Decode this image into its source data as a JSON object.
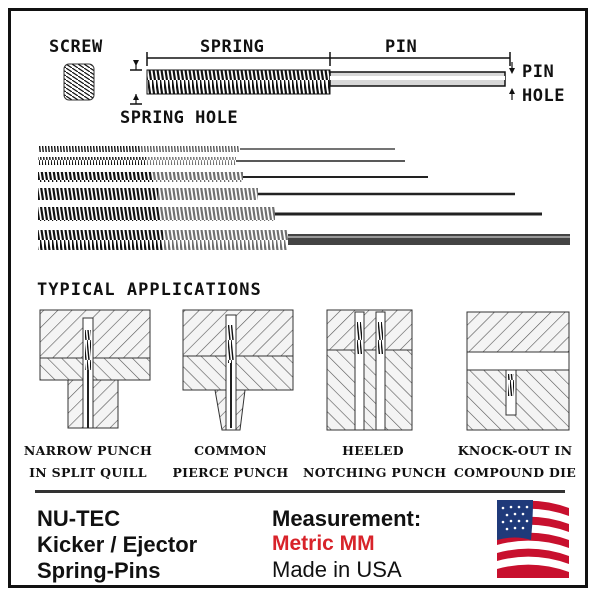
{
  "diagram": {
    "labels": {
      "screw": "SCREW",
      "spring": "SPRING",
      "pin": "PIN",
      "spring_hole": "SPRING HOLE",
      "pin_hole_1": "PIN",
      "pin_hole_2": "HOLE"
    },
    "applications_heading": "TYPICAL APPLICATIONS",
    "applications": [
      {
        "line1": "NARROW PUNCH",
        "line2": "IN SPLIT QUILL"
      },
      {
        "line1": "COMMON",
        "line2": "PIERCE PUNCH"
      },
      {
        "line1": "HEELED",
        "line2": "NOTCHING PUNCH"
      },
      {
        "line1": "KNOCK-OUT IN",
        "line2": "COMPOUND DIE"
      }
    ]
  },
  "product": {
    "brand": "NU-TEC",
    "line2": "Kicker / Ejector",
    "line3": "Spring-Pins",
    "measurement_label": "Measurement:",
    "measurement_value": "Metric MM",
    "origin": "Made in USA"
  },
  "colors": {
    "accent_red": "#d8232a",
    "ink": "#111111",
    "hatch_gray": "#555555"
  },
  "icons": [
    "us-flag-icon"
  ]
}
